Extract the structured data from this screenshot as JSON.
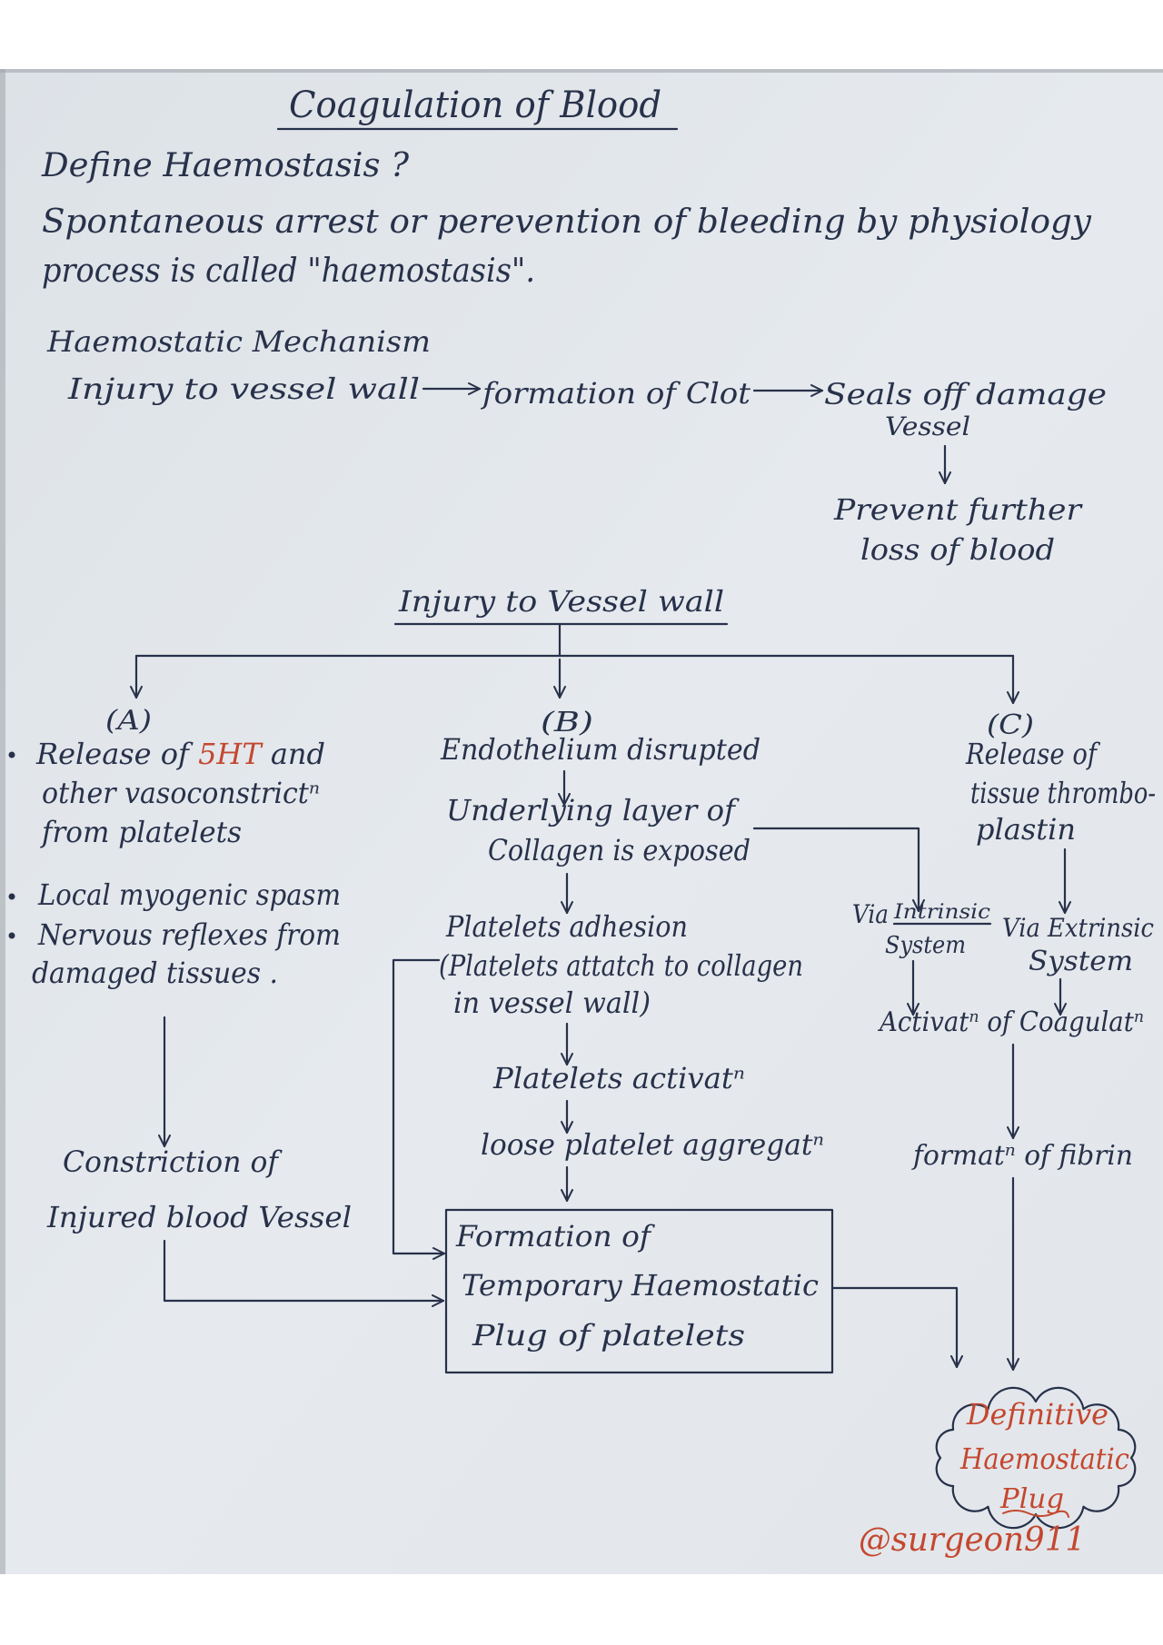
{
  "title": "Coagulation of Blood",
  "definition": {
    "question": "Define Haemostasis ?",
    "answer": [
      "Spontaneous arrest or perevention of bleeding by physiology",
      "process is called \"haemostasis\"."
    ]
  },
  "mechanism": {
    "heading": "Haemostatic Mechanism",
    "flow": [
      "Injury to vessel wall",
      "formation of Clot",
      "Seals off damage"
    ],
    "flow_cont": "Vessel",
    "result": [
      "Prevent further",
      "loss of blood"
    ]
  },
  "flowchart": {
    "root": "Injury to Vessel wall",
    "branch_a": {
      "label": "(A)",
      "release": {
        "prefix": "Release of ",
        "highlight": "5HT",
        "suffix": " and"
      },
      "release_cont": [
        "other vasoconstrictⁿ",
        "from platelets"
      ],
      "spasm": "Local myogenic spasm",
      "reflex": [
        "Nervous reflexes from",
        "damaged tissues ."
      ],
      "outcome": [
        "Constriction of",
        "Injured blood Vessel"
      ]
    },
    "branch_b": {
      "label": "(B)",
      "endothelium": "Endothelium disrupted",
      "collagen": [
        "Underlying layer of",
        "Collagen is exposed"
      ],
      "adhesion": [
        "Platelets adhesion",
        "(Platelets attatch to collagen",
        "in vessel wall)"
      ],
      "activation": "Platelets activatⁿ",
      "aggregation": "loose platelet aggregatⁿ",
      "plug": [
        "Formation of",
        "Temporary Haemostatic",
        "Plug of platelets"
      ]
    },
    "branch_c": {
      "label": "(C)",
      "release": [
        "Release of",
        "tissue thrombo-",
        "plastin"
      ],
      "intrinsic": {
        "via": "Via",
        "name": "Intrinsic",
        "system": "System"
      },
      "extrinsic": [
        "Via Extrinsic",
        "System"
      ],
      "activation": "Activatⁿ of Coagulatⁿ",
      "fibrin": "formatⁿ of fibrin"
    },
    "outcome": [
      "Definitive",
      "Haemostatic",
      "Plug"
    ]
  },
  "credit": "@surgeon911",
  "colors": {
    "ink": "#27314a",
    "accent_red": "#c4472f",
    "paper": "#e5e9ed"
  }
}
